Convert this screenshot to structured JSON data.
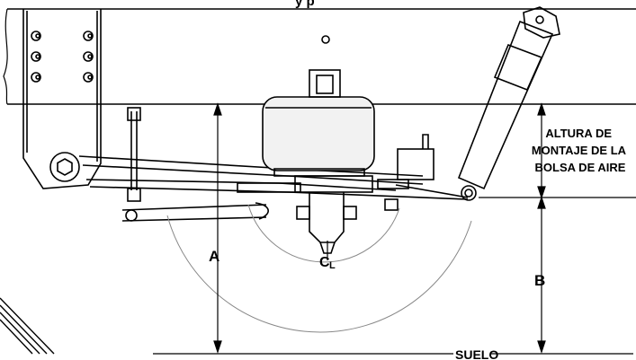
{
  "figure": {
    "title_fragment": "y p",
    "labels": {
      "dim_a": "A",
      "dim_b": "B",
      "centerline": "C",
      "centerline_sub": "L",
      "ground": "SUELO",
      "mount_height_lines": [
        "ALTURA DE",
        "MONTAJE DE LA",
        "BOLSA DE AIRE"
      ]
    }
  }
}
